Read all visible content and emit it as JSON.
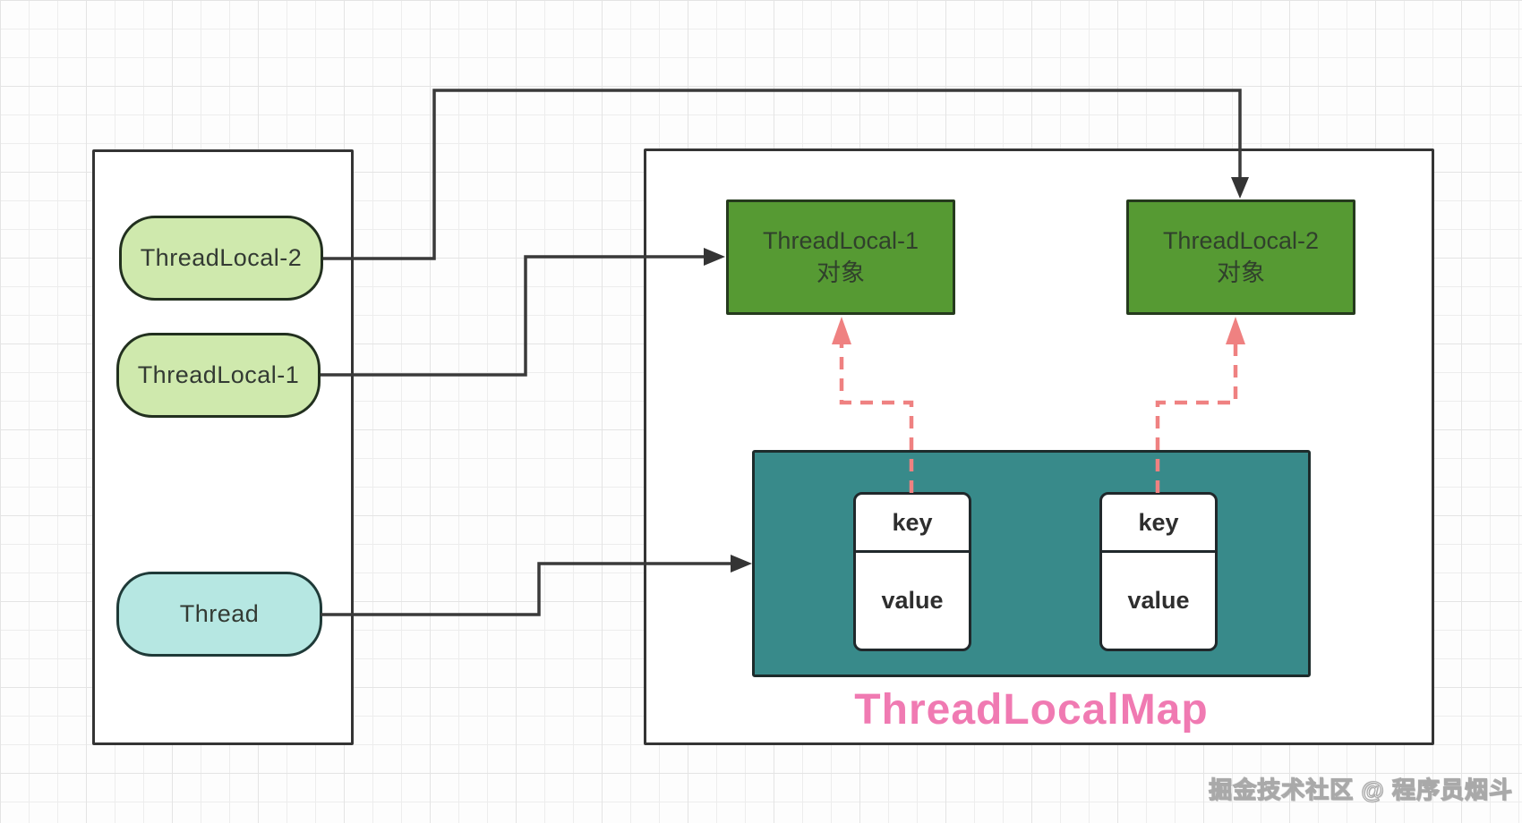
{
  "thread_panel": {
    "locals": [
      {
        "label": "ThreadLocal-2"
      },
      {
        "label": "ThreadLocal-1"
      }
    ],
    "thread": {
      "label": "Thread"
    }
  },
  "heap_panel": {
    "objects": [
      {
        "line1": "ThreadLocal-1",
        "line2": "对象"
      },
      {
        "line1": "ThreadLocal-2",
        "line2": "对象"
      }
    ],
    "map": {
      "title": "ThreadLocalMap",
      "entries": [
        {
          "key": "key",
          "value": "value"
        },
        {
          "key": "key",
          "value": "value"
        }
      ]
    }
  },
  "watermark": {
    "text": "掘金技术社区 @ 程序员烟斗"
  },
  "colors": {
    "pill_green": "#cfe9ad",
    "pill_cyan": "#b6e7e2",
    "object_green": "#569a33",
    "map_teal": "#388a8a",
    "title_pink": "#f07ab2",
    "dashed_salmon": "#ef8181",
    "wire_dark": "#3a3a3a"
  }
}
